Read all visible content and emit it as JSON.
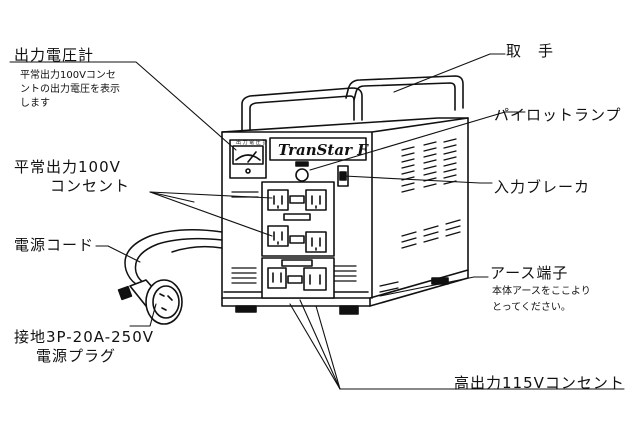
{
  "labels": {
    "output_meter": "出力電圧計",
    "output_meter_desc_1": "平常出力100Vコンセ",
    "output_meter_desc_2": "ントの出力電圧を表示",
    "output_meter_desc_3": "します",
    "normal_outlet_1": "平常出力100V",
    "normal_outlet_2": "コンセント",
    "power_cord": "電源コード",
    "plug_1": "接地3P-20A-250V",
    "plug_2": "電源プラグ",
    "handle": "取　手",
    "pilot_lamp": "パイロットランプ",
    "input_breaker": "入力ブレーカ",
    "earth_terminal": "アース端子",
    "earth_desc_1": "本体アースをここより",
    "earth_desc_2": "とってください。",
    "high_outlet": "高出力115Vコンセント"
  },
  "device": {
    "brand": "TranStar F",
    "meter_caption": "出 力 電 圧 計"
  }
}
